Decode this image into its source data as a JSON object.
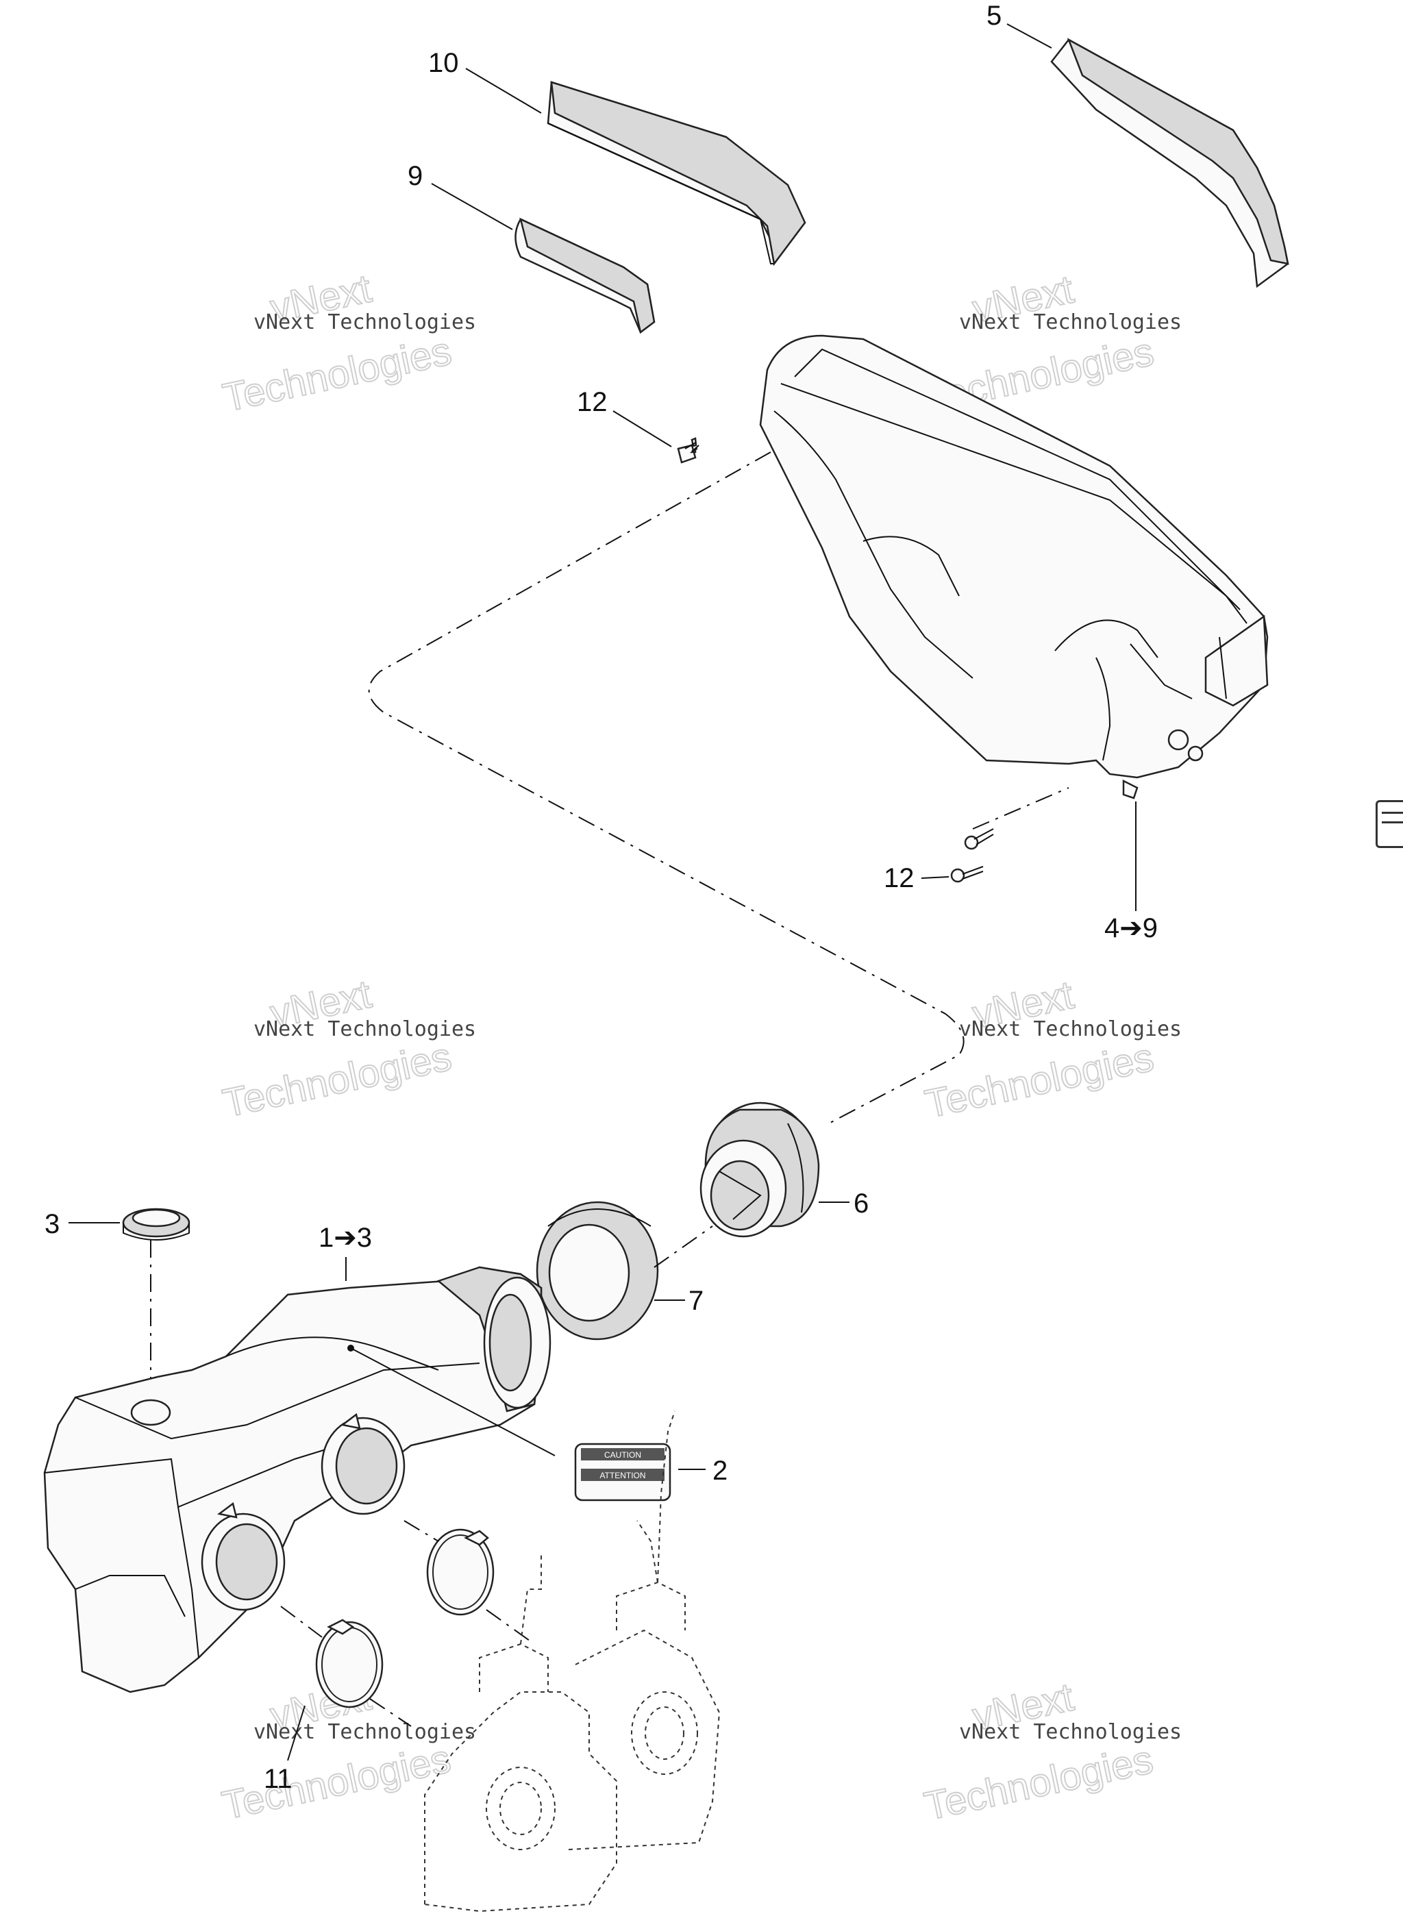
{
  "callouts": {
    "c1": "5",
    "c2": "10",
    "c3": "9",
    "c4": "12",
    "c5": "12",
    "c6": "4➔9",
    "c7": "6",
    "c8": "3",
    "c9": "1➔3",
    "c10": "7",
    "c11": "2",
    "c12": "11"
  },
  "watermark": {
    "brand": "vNext",
    "company": "vNext Technologies",
    "word": "Technologies"
  },
  "label_sticker": {
    "line1": "CAUTION",
    "line2": "ATTENTION"
  }
}
